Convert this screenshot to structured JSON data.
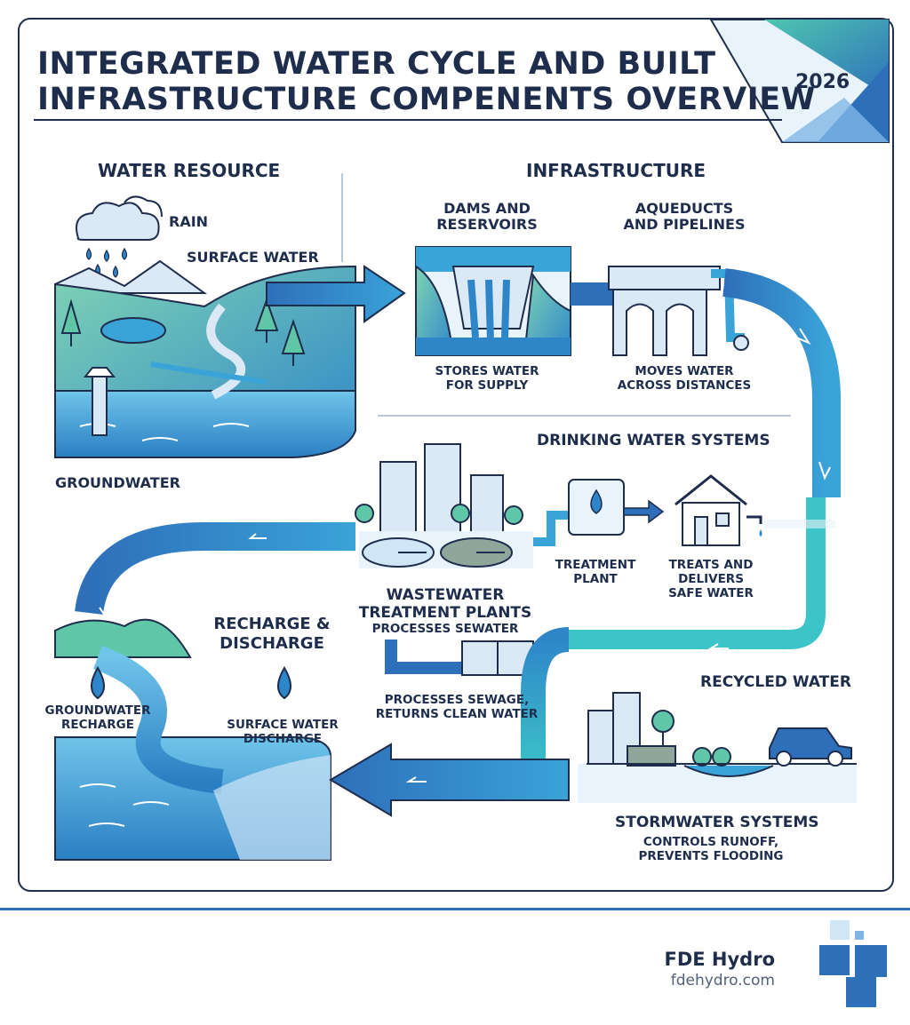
{
  "title": {
    "line1": "INTEGRATED WATER CYCLE AND BUILT",
    "line2": "INFRASTRUCTURE COMPENENTS OVERVIEW"
  },
  "year": "2026",
  "sections": {
    "water_resource": "WATER RESOURCE",
    "infrastructure": "INFRASTRUCTURE",
    "drinking_water": "DRINKING WATER SYSTEMS",
    "recycled_water": "RECYCLED WATER",
    "recharge_discharge": {
      "line1": "RECHARGE &",
      "line2": "DISCHARGE"
    }
  },
  "labels": {
    "rain": "RAIN",
    "surface_water": "SURFACE WATER",
    "groundwater": "GROUNDWATER",
    "dams": {
      "line1": "DAMS AND",
      "line2": "RESERVOIRS"
    },
    "dams_desc": {
      "line1": "STORES WATER",
      "line2": "FOR SUPPLY"
    },
    "aqueducts": {
      "line1": "AQUEDUCTS",
      "line2": "AND PIPELINES"
    },
    "aqueducts_desc": {
      "line1": "MOVES WATER",
      "line2": "ACROSS DISTANCES"
    },
    "treatment_plant": {
      "line1": "TREATMENT",
      "line2": "PLANT"
    },
    "treats_delivers": {
      "line1": "TREATS AND",
      "line2": "DELIVERS",
      "line3": "SAFE WATER"
    },
    "wastewater": {
      "line1": "WASTEWATER",
      "line2": "TREATMENT PLANTS"
    },
    "processes_sewater": "PROCESSES SEWATER",
    "processes_sewage": {
      "line1": "PROCESSES SEWAGE,",
      "line2": "RETURNS CLEAN WATER"
    },
    "groundwater_recharge": {
      "line1": "GROUNDWATER",
      "line2": "RECHARGE"
    },
    "surface_water_discharge": {
      "line1": "SURFACE WATER",
      "line2": "DISCHARGE"
    },
    "stormwater": "STORMWATER SYSTEMS",
    "stormwater_desc": {
      "line1": "CONTROLS RUNOFF,",
      "line2": "PREVENTS FLOODING"
    }
  },
  "footer": {
    "brand": "FDE Hydro",
    "url": "fdehydro.com"
  },
  "colors": {
    "navy": "#1f2d4d",
    "blue": "#2e6fba",
    "teal": "#3cc4c8",
    "light_blue": "#cfe6f6",
    "green": "#5fc7a8"
  }
}
